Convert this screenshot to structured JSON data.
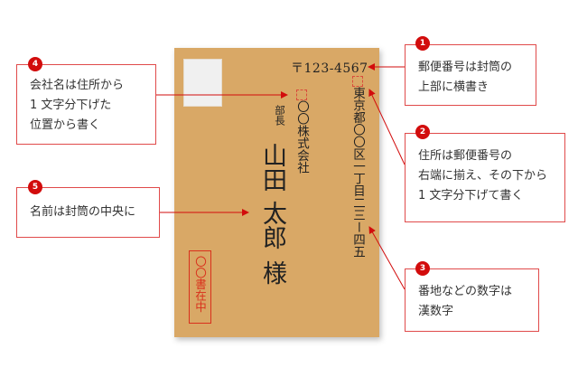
{
  "envelope": {
    "postal_code": "〒123-4567",
    "address": "東京都〇〇区一丁目二三ー四五",
    "company": "〇〇株式会社",
    "title": "部長",
    "name_family": "山田",
    "name_given": "太郎",
    "honorific": "様",
    "enclosure_note": "〇〇書在中"
  },
  "callouts": [
    {
      "number": "1",
      "lines": [
        "郵便番号は封筒の",
        "上部に横書き"
      ]
    },
    {
      "number": "2",
      "lines": [
        "住所は郵便番号の",
        "右端に揃え、その下から",
        "1 文字分下げて書く"
      ]
    },
    {
      "number": "3",
      "lines": [
        "番地などの数字は",
        "漢数字"
      ]
    },
    {
      "number": "4",
      "lines": [
        "会社名は住所から",
        "1 文字分下げた",
        "位置から書く"
      ]
    },
    {
      "number": "5",
      "lines": [
        "名前は封筒の中央に"
      ]
    }
  ],
  "colors": {
    "envelope": "#d9a866",
    "accent": "#d20c0c",
    "stamp": "#f0f0f0"
  }
}
